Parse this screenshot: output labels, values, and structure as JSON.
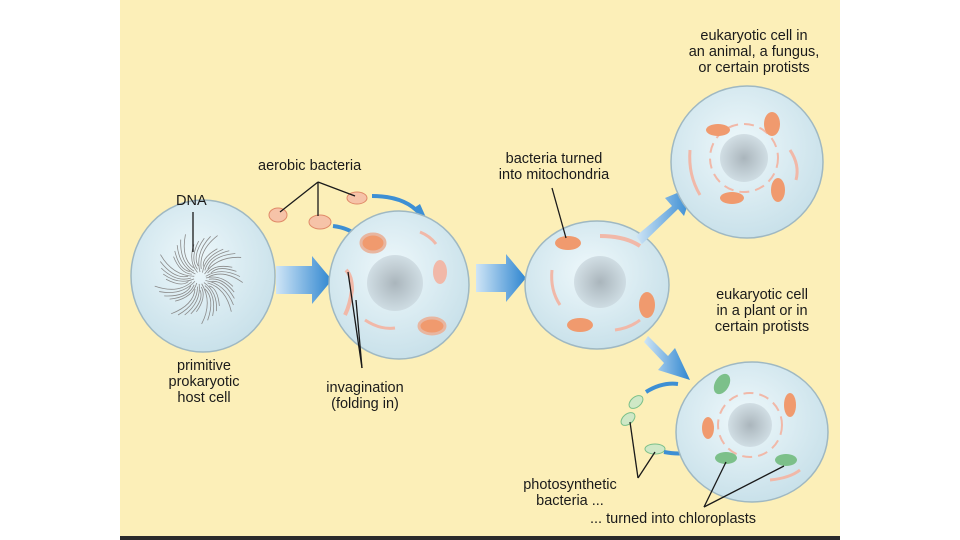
{
  "labels": {
    "dna": "DNA",
    "aerobic_bacteria": "aerobic bacteria",
    "host_cell": [
      "primitive",
      "prokaryotic",
      "host cell"
    ],
    "invagination": [
      "invagination",
      "(folding in)"
    ],
    "bacteria_mitochondria": [
      "bacteria turned",
      "into mitochondria"
    ],
    "animal_cell": [
      "eukaryotic cell in",
      "an animal, a fungus,",
      "or certain protists"
    ],
    "plant_cell": [
      "eukaryotic cell",
      "in a plant or in",
      "certain protists"
    ],
    "photosynthetic": [
      "photosynthetic",
      "bacteria ..."
    ],
    "chloroplasts": "... turned into chloroplasts"
  },
  "colors": {
    "background": "#fcefb8",
    "cell_fill": "#d9ecf2",
    "cell_stroke": "#9fb8c2",
    "organelle": "#f09a6e",
    "er_membrane": "#f1b8a8",
    "chloroplast": "#7cc08a",
    "arrow": "#3d8fd4"
  }
}
